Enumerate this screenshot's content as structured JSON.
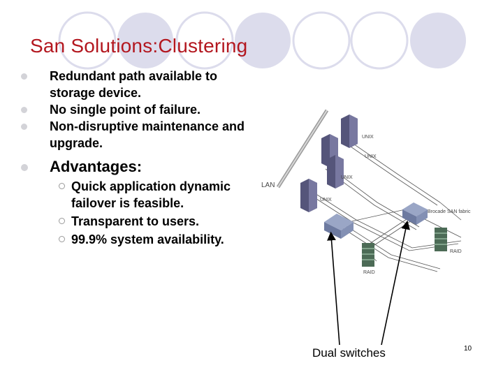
{
  "slide": {
    "title": "San Solutions:Clustering",
    "page_number": "10"
  },
  "bullets": [
    "Redundant path available to storage device.",
    "No single point of failure.",
    "Non-disruptive maintenance and upgrade."
  ],
  "advantages": {
    "heading": "Advantages:",
    "items": [
      "Quick application dynamic failover is feasible.",
      "Transparent to users.",
      "99.9% system availability."
    ]
  },
  "diagram": {
    "labels": {
      "lan": "LAN",
      "unix_1": "UNIX",
      "unix_2": "UNIX",
      "unix_3": "UNIX",
      "unix_4": "UNIX",
      "fabric": "Brocade SAN fabric",
      "raid_left": "RAID",
      "raid_right": "RAID"
    },
    "callout": "Dual switches"
  },
  "colors": {
    "title": "#b3171f",
    "decor_circles": "#dcdcec",
    "bullet_dot": "#d3d3d8"
  }
}
